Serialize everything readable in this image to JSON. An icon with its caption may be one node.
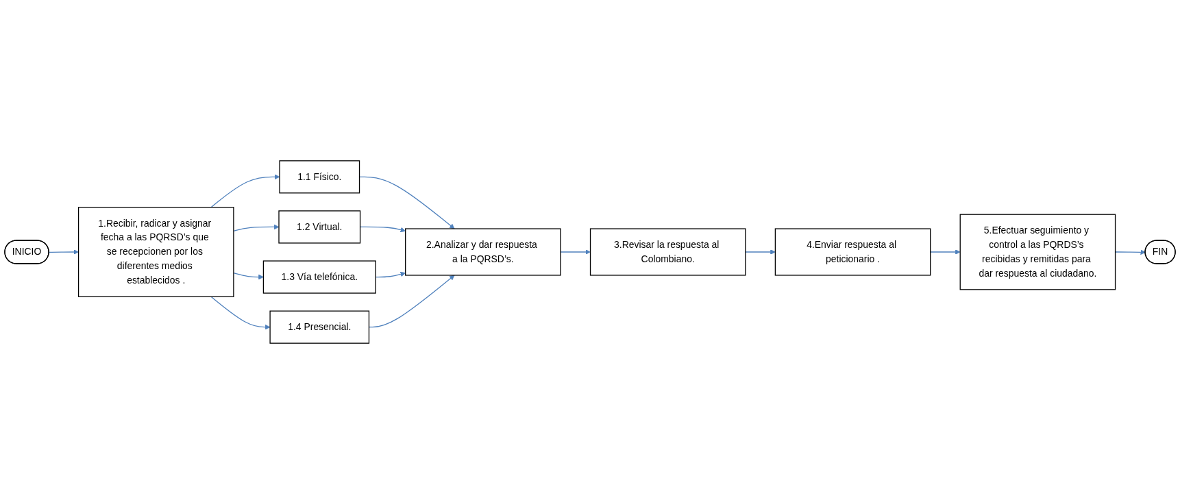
{
  "diagram": {
    "nodes": [
      {
        "text": [
          "INICIO"
        ]
      },
      {
        "text": [
          "1.Recibir, radicar y asignar fecha a las PQRSD’s que se recepcionen por los diferentes medios establecidos ."
        ]
      },
      {
        "text": [
          "1.1 Físico."
        ]
      },
      {
        "text": [
          "1.2 Virtual."
        ]
      },
      {
        "text": [
          "1.3 Vía telefónica."
        ]
      },
      {
        "text": [
          "1.4 Presencial."
        ]
      },
      {
        "text": [
          "2.Analizar y dar respuesta a la PQRSD’s."
        ]
      },
      {
        "text": [
          "3.Revisar la respuesta al Colombiano."
        ]
      },
      {
        "text": [
          "4.Enviar respuesta al peticionario ."
        ]
      },
      {
        "text": [
          "5.Efectuar seguimiento y control a las PQRDS’s recibidas y remitidas para dar respuesta al ciudadano."
        ]
      },
      {
        "text": [
          "FIN"
        ]
      }
    ],
    "edges": [
      {
        "from": 0,
        "to": 1,
        "arrow": "to"
      },
      {
        "from": 1,
        "to": 2,
        "arrow": "to"
      },
      {
        "from": 1,
        "to": 3,
        "arrow": "to"
      },
      {
        "from": 1,
        "to": 4,
        "arrow": "to"
      },
      {
        "from": 1,
        "to": 5,
        "arrow": "to"
      },
      {
        "from": 2,
        "to": 6,
        "arrow": "to"
      },
      {
        "from": 3,
        "to": 6,
        "arrow": "to"
      },
      {
        "from": 4,
        "to": 6,
        "arrow": "to"
      },
      {
        "from": 5,
        "to": 6,
        "arrow": "to"
      },
      {
        "from": 6,
        "to": 7,
        "arrow": "to"
      },
      {
        "from": 7,
        "to": 8,
        "arrow": "to"
      },
      {
        "from": 8,
        "to": 9,
        "arrow": "to"
      },
      {
        "from": 9,
        "to": 10,
        "arrow": "to"
      }
    ]
  }
}
